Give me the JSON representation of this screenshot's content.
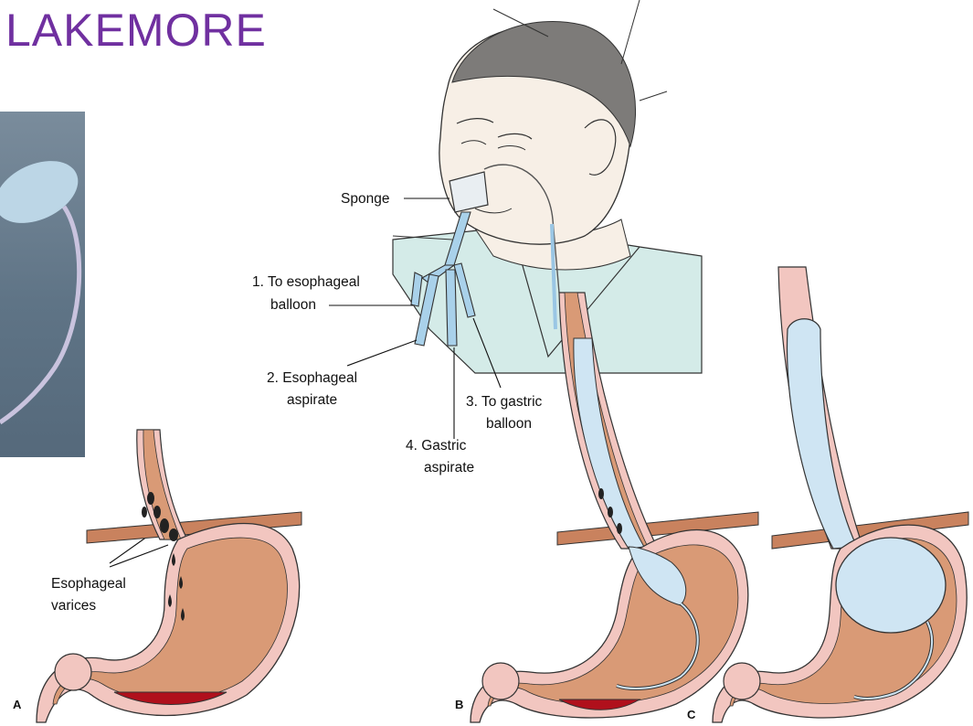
{
  "title": "LAKEMORE",
  "labels": {
    "sponge": "Sponge",
    "esophageal_balloon_1": "1. To esophageal",
    "esophageal_balloon_2": "balloon",
    "esophageal_aspirate_1": "2. Esophageal",
    "esophageal_aspirate_2": "aspirate",
    "gastric_balloon_1": "3. To gastric",
    "gastric_balloon_2": "balloon",
    "gastric_aspirate_1": "4. Gastric",
    "gastric_aspirate_2": "aspirate",
    "varices_1": "Esophageal",
    "varices_2": "varices"
  },
  "panel_letters": {
    "a": "A",
    "b": "B",
    "c": "C"
  },
  "colors": {
    "title": "#7030a0",
    "tissue": "#d99a76",
    "wall": "#f2c6c0",
    "blood": "#b0101c",
    "balloon": "#cfe5f3",
    "tube": "#a9d1ea",
    "gown": "#d4ebe8"
  }
}
